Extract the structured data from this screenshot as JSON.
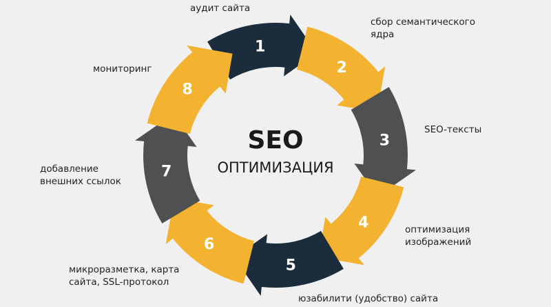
{
  "title": "SEO",
  "subtitle": "ОПТИМИЗАЦИЯ",
  "colors": {
    "navy": "#1b2d3c",
    "yellow": "#f3b22f",
    "gray": "#4f5052",
    "background": "#f0f0f0"
  },
  "steps": [
    {
      "number": "1",
      "label": "аудит сайта",
      "color": "#1b2d3c"
    },
    {
      "number": "2",
      "label": "сбор семантического ядра",
      "line1": "сбор семантического",
      "line2": "ядра",
      "color": "#f3b22f"
    },
    {
      "number": "3",
      "label": "SEO-тексты",
      "color": "#4f5052"
    },
    {
      "number": "4",
      "label": "оптимизация изображений",
      "line1": "оптимизация",
      "line2": "изображений",
      "color": "#f3b22f"
    },
    {
      "number": "5",
      "label": "юзабилити (удобство) сайта",
      "color": "#1b2d3c"
    },
    {
      "number": "6",
      "label": "микроразметка, карта сайта, SSL-протокол",
      "line1": "микроразметка, карта",
      "line2": "сайта, SSL-протокол",
      "color": "#f3b22f"
    },
    {
      "number": "7",
      "label": "добавление внешних ссылок",
      "line1": "добавление",
      "line2": "внешних ссылок",
      "color": "#4f5052"
    },
    {
      "number": "8",
      "label": "мониторинг",
      "color": "#f3b22f"
    }
  ]
}
